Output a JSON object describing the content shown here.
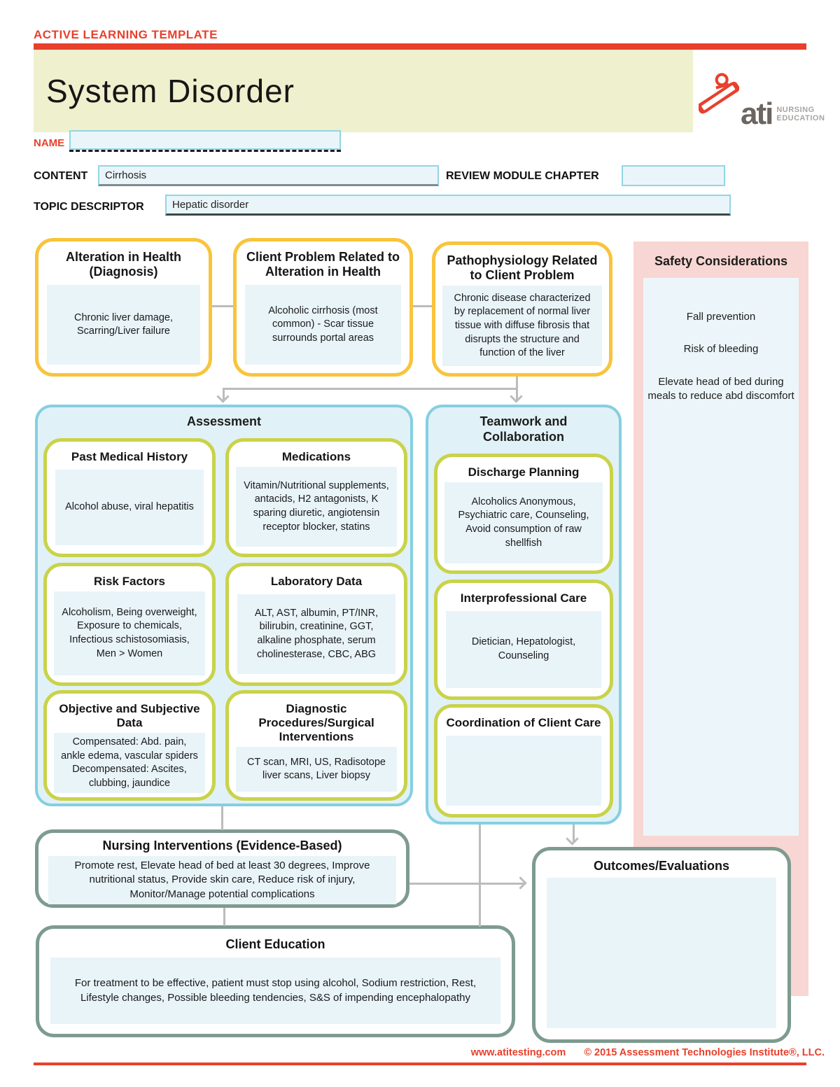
{
  "header": {
    "template_label": "ACTIVE LEARNING TEMPLATE",
    "title": "System Disorder",
    "logo": {
      "ati": "ati",
      "nursing": "NURSING",
      "education": "EDUCATION"
    }
  },
  "form": {
    "name_label": "NAME",
    "name_value": "",
    "content_label": "CONTENT",
    "content_value": "Cirrhosis",
    "review_label": "REVIEW MODULE CHAPTER",
    "review_value": "",
    "topic_label": "TOPIC DESCRIPTOR",
    "topic_value": "Hepatic disorder"
  },
  "top_boxes": [
    {
      "title": "Alteration in Health (Diagnosis)",
      "content": "Chronic liver damage, Scarring/Liver failure"
    },
    {
      "title": "Client Problem Related to Alteration in Health",
      "content": "Alcoholic cirrhosis (most common) - Scar tissue surrounds portal areas"
    },
    {
      "title": "Pathophysiology Related to Client Problem",
      "content": "Chronic disease characterized by replacement of normal liver tissue with diffuse fibrosis that disrupts the structure and function of the liver"
    }
  ],
  "safety": {
    "title": "Safety Considerations",
    "items": [
      "Fall prevention",
      "Risk of bleeding",
      "Elevate head of bed during meals to reduce abd discomfort"
    ]
  },
  "assessment": {
    "title": "Assessment",
    "boxes": [
      {
        "title": "Past Medical History",
        "content": "Alcohol abuse, viral hepatitis"
      },
      {
        "title": "Medications",
        "content": "Vitamin/Nutritional supplements, antacids, H2 antagonists, K sparing diuretic, angiotensin receptor blocker, statins"
      },
      {
        "title": "Risk Factors",
        "content": "Alcoholism, Being overweight, Exposure to chemicals, Infectious schistosomiasis, Men > Women"
      },
      {
        "title": "Laboratory Data",
        "content": "ALT, AST, albumin, PT/INR, bilirubin, creatinine, GGT, alkaline phosphate, serum cholinesterase, CBC, ABG"
      },
      {
        "title": "Objective and Subjective Data",
        "content": "Compensated: Abd. pain, ankle edema, vascular spiders\nDecompensated: Ascites, clubbing, jaundice"
      },
      {
        "title": "Diagnostic Procedures/Surgical Interventions",
        "content": "CT scan, MRI, US, Radisotope liver scans, Liver biopsy"
      }
    ]
  },
  "teamwork": {
    "title": "Teamwork and Collaboration",
    "boxes": [
      {
        "title": "Discharge Planning",
        "content": "Alcoholics Anonymous, Psychiatric care, Counseling, Avoid consumption of raw shellfish"
      },
      {
        "title": "Interprofessional Care",
        "content": "Dietician, Hepatologist, Counseling"
      },
      {
        "title": "Coordination of Client Care",
        "content": ""
      }
    ]
  },
  "nursing": {
    "title": "Nursing Interventions (Evidence-Based)",
    "content": "Promote rest, Elevate head of bed at least 30 degrees, Improve nutritional status, Provide skin care, Reduce risk of injury, Monitor/Manage potential complications"
  },
  "client_education": {
    "title": "Client Education",
    "content": "For treatment to be effective, patient must stop using alcohol, Sodium restriction, Rest, Lifestyle changes, Possible bleeding tendencies, S&S of impending encephalopathy"
  },
  "outcomes": {
    "title": "Outcomes/Evaluations",
    "content": ""
  },
  "footer": {
    "site": "www.atitesting.com",
    "copyright": "© 2015 Assessment Technologies Institute®, LLC."
  },
  "colors": {
    "accent_red": "#e8402c",
    "banner_yellow": "#eff0cd",
    "box_yellow_border": "#f9c43c",
    "box_olive_border": "#c9d34a",
    "panel_teal_border": "#85cfe0",
    "panel_blue_bg": "#e1f1f8",
    "field_blue_bg": "#e9f4f9",
    "safety_pink_bg": "#f8d6d3",
    "box_sage_border": "#7e9b8f",
    "connector_gray": "#bcbcbc"
  }
}
